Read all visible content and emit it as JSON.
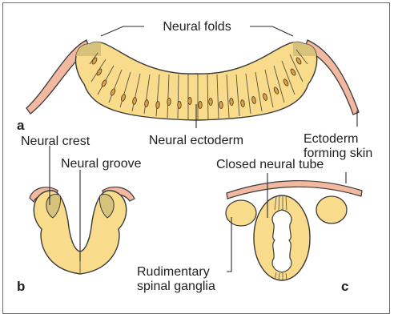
{
  "labels": {
    "neural_folds": "Neural folds",
    "neural_ectoderm": "Neural ectoderm",
    "ectoderm_forming_skin_line1": "Ectoderm",
    "ectoderm_forming_skin_line2": "forming skin",
    "neural_crest": "Neural crest",
    "neural_groove": "Neural groove",
    "closed_neural_tube": "Closed neural tube",
    "rudimentary_spinal_ganglia_line1": "Rudimentary",
    "rudimentary_spinal_ganglia_line2": "spinal ganglia"
  },
  "panels": {
    "a": "a",
    "b": "b",
    "c": "c"
  },
  "colors": {
    "tissue_fill": "#f8dc8c",
    "fold_fill": "#d7c27c",
    "skin_ectoderm": "#f3b9a0",
    "outline": "#3a3a3a"
  }
}
